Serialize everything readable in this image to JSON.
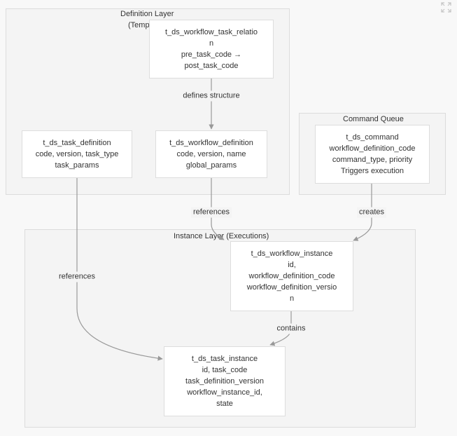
{
  "clusters": {
    "definition": {
      "title": "Definition Layer",
      "subtitle": "(Temp"
    },
    "command": {
      "title": "Command Queue"
    },
    "instance": {
      "title": "Instance Layer (Executions)"
    }
  },
  "nodes": {
    "relation": {
      "lines": [
        "t_ds_workflow_task_relatio",
        "n",
        "pre_task_code →",
        "post_task_code"
      ]
    },
    "task_def": {
      "lines": [
        "t_ds_task_definition",
        "code, version, task_type",
        "task_params"
      ]
    },
    "workflow_def": {
      "lines": [
        "t_ds_workflow_definition",
        "code, version, name",
        "global_params"
      ]
    },
    "command": {
      "lines": [
        "t_ds_command",
        "workflow_definition_code",
        "command_type, priority",
        "Triggers execution"
      ]
    },
    "workflow_instance": {
      "lines": [
        "t_ds_workflow_instance",
        "id,",
        "workflow_definition_code",
        "workflow_definition_versio",
        "n"
      ]
    },
    "task_instance": {
      "lines": [
        "t_ds_task_instance",
        "id, task_code",
        "task_definition_version",
        "workflow_instance_id,",
        "state"
      ]
    }
  },
  "edges": {
    "defines_structure": "defines structure",
    "references_workflow": "references",
    "creates": "creates",
    "references_task": "references",
    "contains": "contains"
  },
  "toolbar": {
    "fullscreen_icon": "expand-icon"
  },
  "colors": {
    "background": "#f8f8f8",
    "cluster_fill": "#f4f4f4",
    "cluster_border": "#dcdcdc",
    "node_fill": "#ffffff",
    "node_border": "#dddddd",
    "edge": "#999999",
    "text": "#333333"
  }
}
